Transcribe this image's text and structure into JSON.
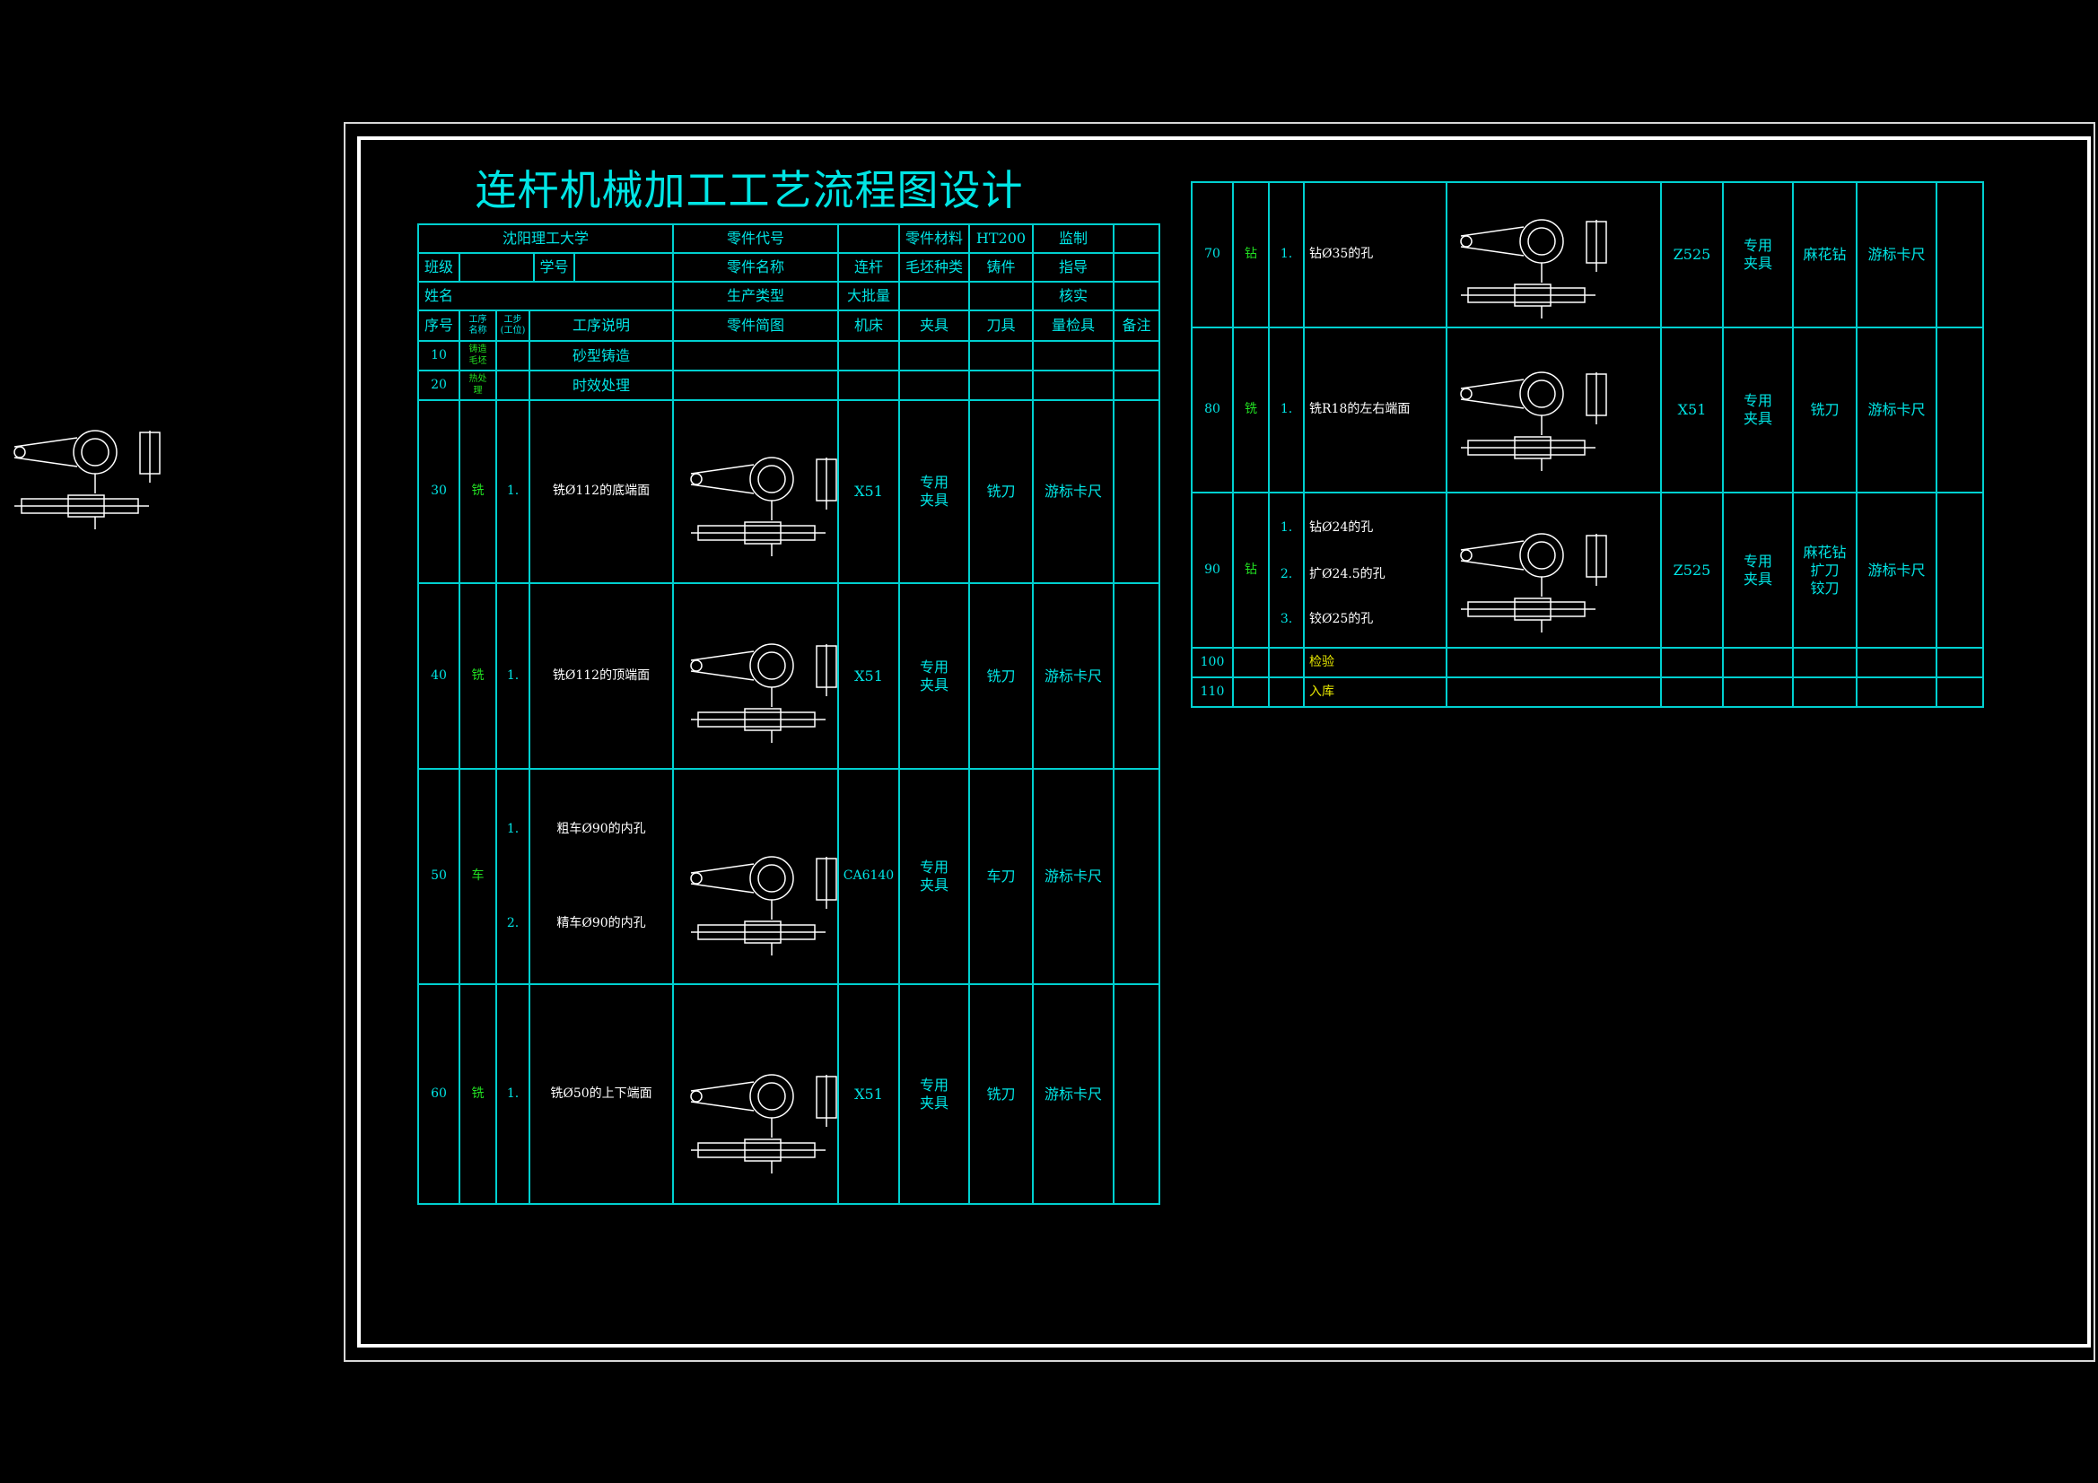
{
  "title": "连杆机械加工工艺流程图设计",
  "header": {
    "school": "沈阳理工大学",
    "part_code_label": "零件代号",
    "material_label": "零件材料",
    "material_value": "HT200",
    "supervisor_label": "监制",
    "class_label": "班级",
    "student_id_label": "学号",
    "part_name_label": "零件名称",
    "part_name_value": "连杆",
    "blank_type_label": "毛坯种类",
    "blank_type_value": "铸件",
    "advisor_label": "指导",
    "name_label": "姓名",
    "production_type_label": "生产类型",
    "production_type_value": "大批量",
    "check_label": "核实"
  },
  "columns": {
    "seq": "序号",
    "op_name": "工序\n名称",
    "step": "工步\n(工位)",
    "desc": "工序说明",
    "sketch": "零件简图",
    "machine": "机床",
    "fixture": "夹具",
    "tool": "刀具",
    "gauge": "量检具",
    "remark": "备注"
  },
  "left_rows": [
    {
      "seq": "10",
      "op": "铸造\n毛坯",
      "desc": "砂型铸造"
    },
    {
      "seq": "20",
      "op": "热处\n理",
      "desc": "时效处理"
    },
    {
      "seq": "30",
      "op": "铣",
      "steps": [
        "1."
      ],
      "descs": [
        "铣Ø112的底端面"
      ],
      "machine": "X51",
      "fixture": "专用\n夹具",
      "tool": "铣刀",
      "gauge": "游标卡尺"
    },
    {
      "seq": "40",
      "op": "铣",
      "steps": [
        "1."
      ],
      "descs": [
        "铣Ø112的顶端面"
      ],
      "machine": "X51",
      "fixture": "专用\n夹具",
      "tool": "铣刀",
      "gauge": "游标卡尺"
    },
    {
      "seq": "50",
      "op": "车",
      "steps": [
        "1.",
        "2."
      ],
      "descs": [
        "粗车Ø90的内孔",
        "精车Ø90的内孔"
      ],
      "machine": "CA6140",
      "fixture": "专用\n夹具",
      "tool": "车刀",
      "gauge": "游标卡尺"
    },
    {
      "seq": "60",
      "op": "铣",
      "steps": [
        "1."
      ],
      "descs": [
        "铣Ø50的上下端面"
      ],
      "machine": "X51",
      "fixture": "专用\n夹具",
      "tool": "铣刀",
      "gauge": "游标卡尺"
    }
  ],
  "right_rows": [
    {
      "seq": "70",
      "op": "钻",
      "steps": [
        "1."
      ],
      "descs": [
        "钻Ø35的孔"
      ],
      "machine": "Z525",
      "fixture": "专用\n夹具",
      "tool": "麻花钻",
      "gauge": "游标卡尺"
    },
    {
      "seq": "80",
      "op": "铣",
      "steps": [
        "1."
      ],
      "descs": [
        "铣R18的左右端面"
      ],
      "machine": "X51",
      "fixture": "专用\n夹具",
      "tool": "铣刀",
      "gauge": "游标卡尺"
    },
    {
      "seq": "90",
      "op": "钻",
      "steps": [
        "1.",
        "2.",
        "3."
      ],
      "descs": [
        "钻Ø24的孔",
        "扩Ø24.5的孔",
        "铰Ø25的孔"
      ],
      "machine": "Z525",
      "fixture": "专用\n夹具",
      "tool": "麻花钻\n扩刀\n铰刀",
      "gauge": "游标卡尺"
    },
    {
      "seq": "100",
      "desc": "检验"
    },
    {
      "seq": "110",
      "desc": "入库"
    }
  ]
}
